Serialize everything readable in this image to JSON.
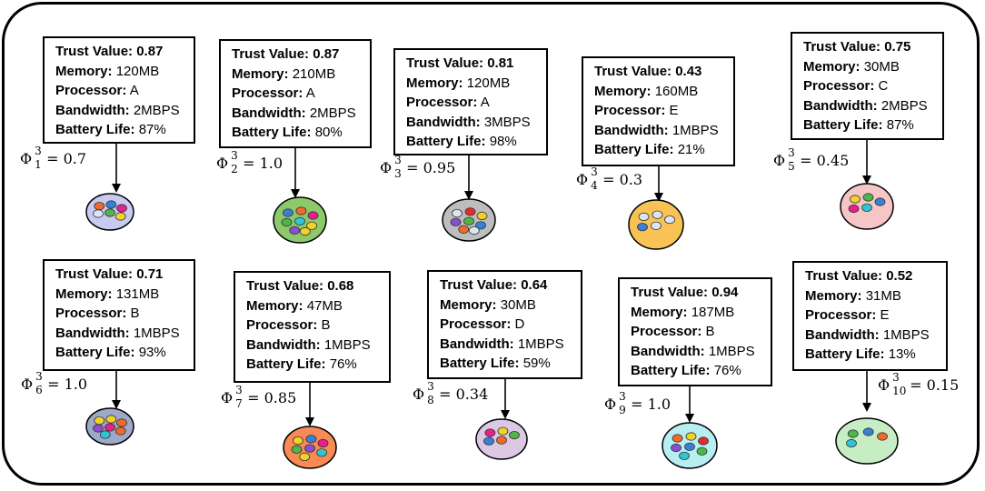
{
  "labels": {
    "trust": "Trust Value:",
    "memory": "Memory:",
    "processor": "Processor:",
    "bandwidth": "Bandwidth:",
    "battery": "Battery Life:"
  },
  "phi_symbol": "Φ",
  "nodes": [
    {
      "trust": "0.87",
      "memory": "120MB",
      "processor": "A",
      "bandwidth": "2MBPS",
      "battery": "87%",
      "phi_sup": "3",
      "phi_sub": "1",
      "phi_value": "= 0.7",
      "cluster_color": "#c9caf2",
      "particles": [
        "#f26a2b",
        "#3a7fd6",
        "#e8208e",
        "#d9e7f4",
        "#4fb54a",
        "#f0d22a"
      ]
    },
    {
      "trust": "0.87",
      "memory": "210MB",
      "processor": "A",
      "bandwidth": "2MBPS",
      "battery": "80%",
      "phi_sup": "3",
      "phi_sub": "2",
      "phi_value": "= 1.0",
      "cluster_color": "#8dc86b",
      "particles": [
        "#3a7fd6",
        "#f26a2b",
        "#e8208e",
        "#4fb54a",
        "#2fc4d6",
        "#f0d22a",
        "#8a4fd1",
        "#f0d22a"
      ]
    },
    {
      "trust": "0.81",
      "memory": "120MB",
      "processor": "A",
      "bandwidth": "3MBPS",
      "battery": "98%",
      "phi_sup": "3",
      "phi_sub": "3",
      "phi_value": "= 0.95",
      "cluster_color": "#bdbdbd",
      "particles": [
        "#d9e7f4",
        "#e82a2a",
        "#f0d22a",
        "#8a4fd1",
        "#4fb54a",
        "#3a7fd6",
        "#f26a2b",
        "#d9e7f4"
      ]
    },
    {
      "trust": "0.43",
      "memory": "160MB",
      "processor": "E",
      "bandwidth": "1MBPS",
      "battery": "21%",
      "phi_sup": "3",
      "phi_sub": "4",
      "phi_value": "= 0.3",
      "cluster_color": "#f9c255",
      "particles": [
        "#d9e7f4",
        "#d9e7f4",
        "#d9e7f4",
        "#3a7fd6",
        "#d9e7f4"
      ]
    },
    {
      "trust": "0.75",
      "memory": "30MB",
      "processor": "C",
      "bandwidth": "2MBPS",
      "battery": "87%",
      "phi_sup": "3",
      "phi_sub": "5",
      "phi_value": "= 0.45",
      "cluster_color": "#f6c6c6",
      "particles": [
        "#f0d22a",
        "#4fb54a",
        "#3a7fd6",
        "#e8208e",
        "#2fc4d6"
      ]
    },
    {
      "trust": "0.71",
      "memory": "131MB",
      "processor": "B",
      "bandwidth": "1MBPS",
      "battery": "93%",
      "phi_sup": "3",
      "phi_sub": "6",
      "phi_value": "= 1.0",
      "cluster_color": "#9ea9c9",
      "particles": [
        "#f0d22a",
        "#f0d22a",
        "#f26a2b",
        "#8a4fd1",
        "#e8208e",
        "#f26a2b",
        "#2fc4d6"
      ]
    },
    {
      "trust": "0.68",
      "memory": "47MB",
      "processor": "B",
      "bandwidth": "1MBPS",
      "battery": "76%",
      "phi_sup": "3",
      "phi_sub": "7",
      "phi_value": "= 0.85",
      "cluster_color": "#f78a55",
      "particles": [
        "#f0d22a",
        "#3a7fd6",
        "#e8208e",
        "#4fb54a",
        "#8a4fd1",
        "#2fc4d6",
        "#f0d22a"
      ]
    },
    {
      "trust": "0.64",
      "memory": "30MB",
      "processor": "D",
      "bandwidth": "1MBPS",
      "battery": "59%",
      "phi_sup": "3",
      "phi_sub": "8",
      "phi_value": "= 0.34",
      "cluster_color": "#dcc8e3",
      "particles": [
        "#e8208e",
        "#f0d22a",
        "#4fb54a",
        "#3a7fd6",
        "#f26a2b"
      ]
    },
    {
      "trust": "0.94",
      "memory": "187MB",
      "processor": "B",
      "bandwidth": "1MBPS",
      "battery": "76%",
      "phi_sup": "3",
      "phi_sub": "9",
      "phi_value": "= 1.0",
      "cluster_color": "#b7eef2",
      "particles": [
        "#f26a2b",
        "#f0d22a",
        "#e82a2a",
        "#8a4fd1",
        "#3a7fd6",
        "#4fb54a",
        "#2fc4d6"
      ]
    },
    {
      "trust": "0.52",
      "memory": "31MB",
      "processor": "E",
      "bandwidth": "1MBPS",
      "battery": "13%",
      "phi_sup": "3",
      "phi_sub": "10",
      "phi_value": "= 0.15",
      "cluster_color": "#c7edc5",
      "particles": [
        "#4fb54a",
        "#3a7fd6",
        "#f26a2b",
        "#2fc4d6"
      ]
    }
  ]
}
